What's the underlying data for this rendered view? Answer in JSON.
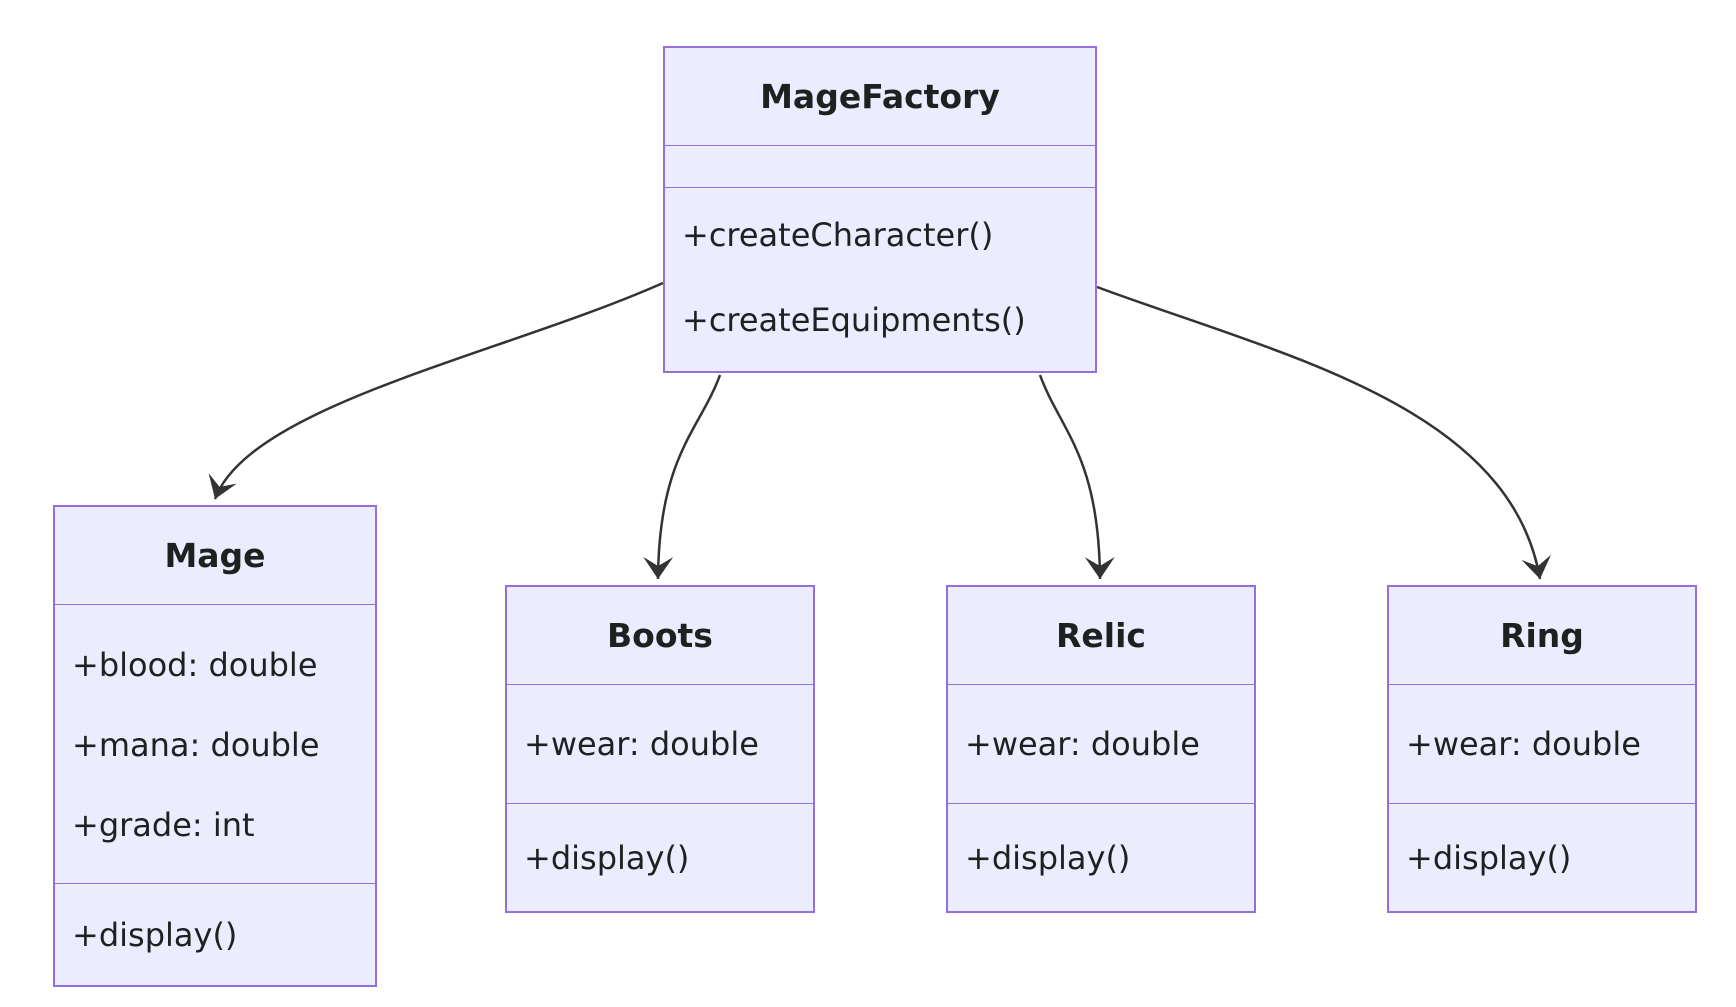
{
  "diagram": {
    "type": "uml-class-diagram",
    "background_color": "#ffffff",
    "node_fill_color": "#ECECFF",
    "node_border_color": "#9370DB",
    "edge_color": "#333333",
    "text_color": "#1f2020",
    "classes": [
      {
        "name": "MageFactory",
        "attributes": [],
        "methods": [
          "+createCharacter()",
          "+createEquipments()"
        ]
      },
      {
        "name": "Mage",
        "attributes": [
          "+blood: double",
          "+mana: double",
          "+grade: int"
        ],
        "methods": [
          "+display()"
        ]
      },
      {
        "name": "Boots",
        "attributes": [
          "+wear: double"
        ],
        "methods": [
          "+display()"
        ]
      },
      {
        "name": "Relic",
        "attributes": [
          "+wear: double"
        ],
        "methods": [
          "+display()"
        ]
      },
      {
        "name": "Ring",
        "attributes": [
          "+wear: double"
        ],
        "methods": [
          "+display()"
        ]
      }
    ],
    "edges": [
      {
        "from": "MageFactory",
        "to": "Mage",
        "style": "solid",
        "arrowhead": "chevron"
      },
      {
        "from": "MageFactory",
        "to": "Boots",
        "style": "solid",
        "arrowhead": "chevron"
      },
      {
        "from": "MageFactory",
        "to": "Relic",
        "style": "solid",
        "arrowhead": "chevron"
      },
      {
        "from": "MageFactory",
        "to": "Ring",
        "style": "solid",
        "arrowhead": "chevron"
      }
    ]
  }
}
